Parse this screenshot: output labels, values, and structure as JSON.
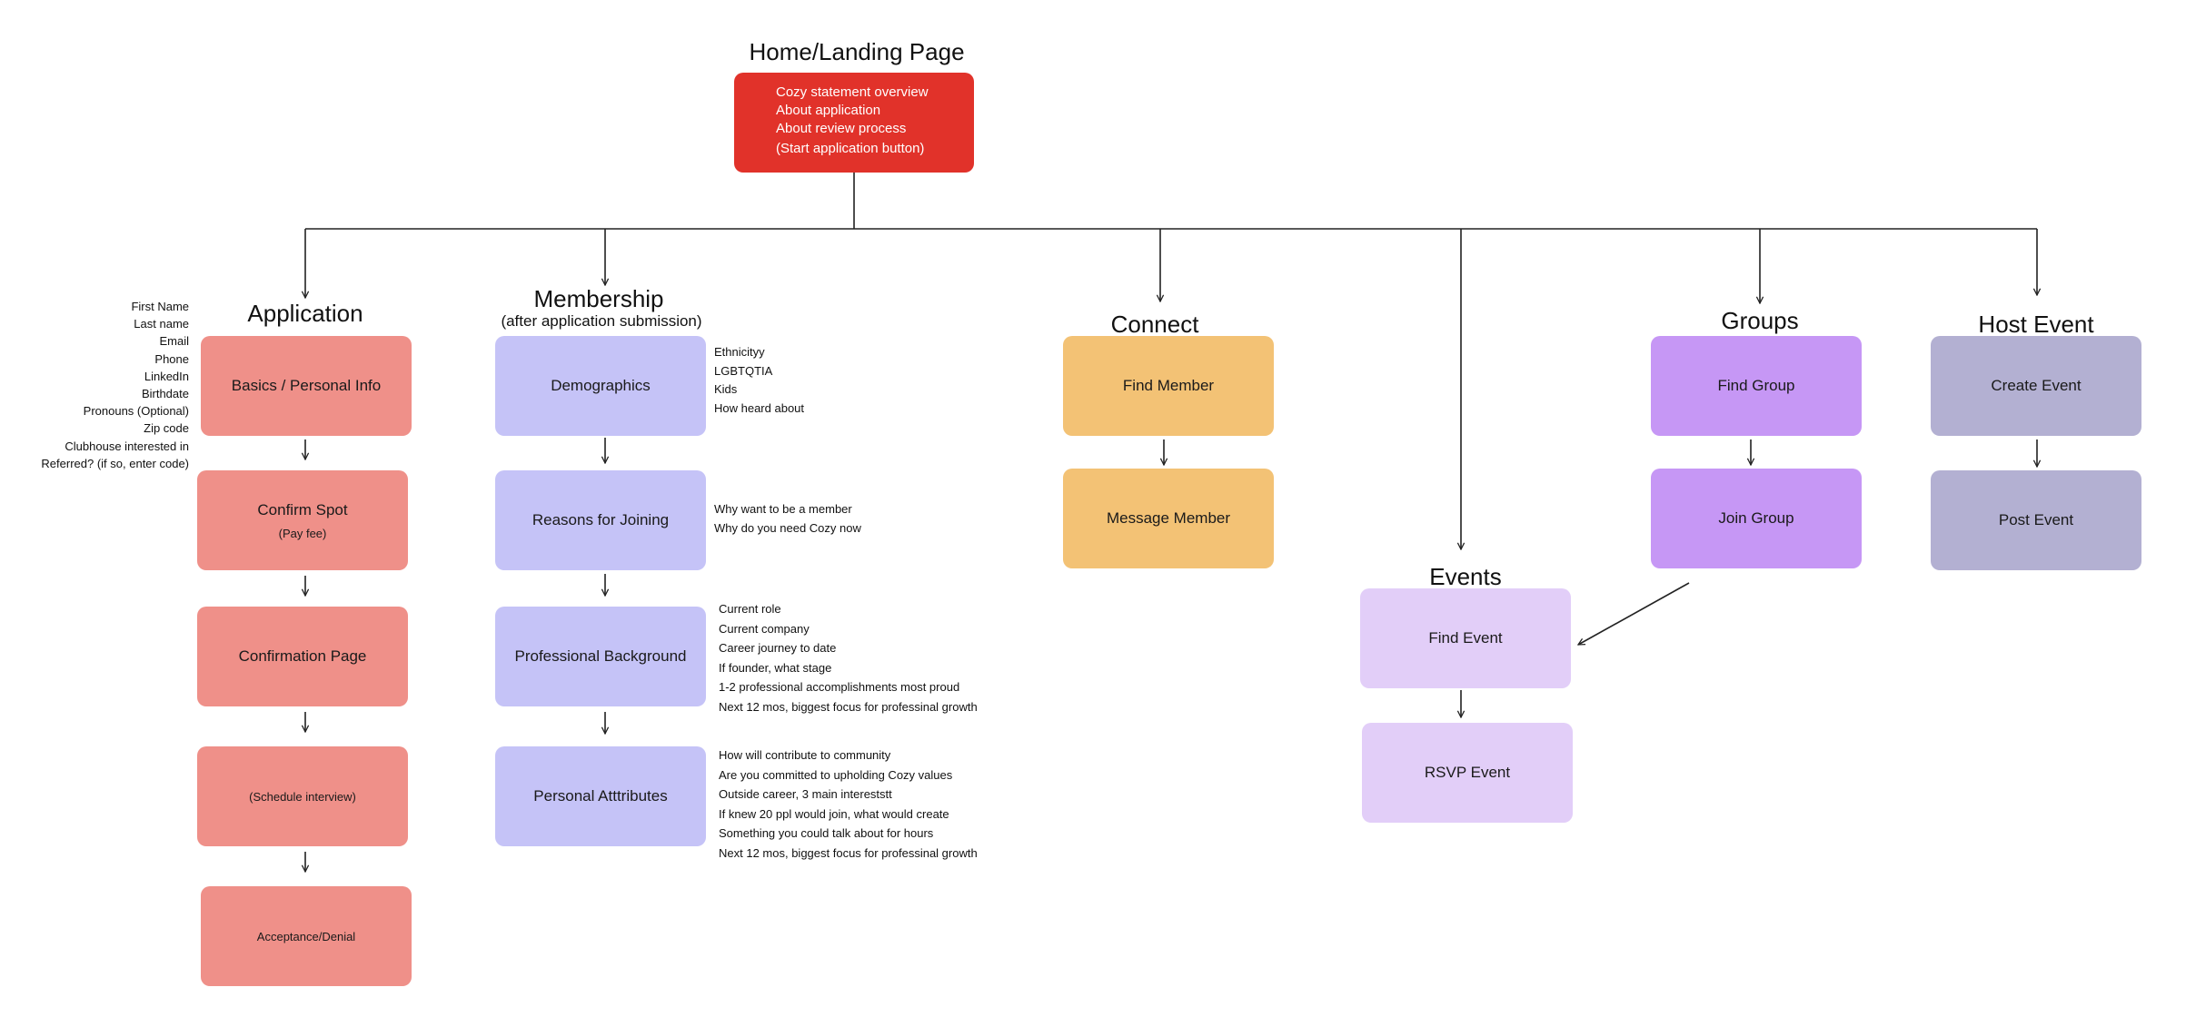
{
  "home": {
    "title": "Home/Landing Page",
    "items": [
      "Cozy statement overview",
      "About application",
      "About review process",
      "(Start application button)"
    ]
  },
  "application": {
    "title": "Application",
    "side_notes": [
      "First Name",
      "Last name",
      "Email",
      "Phone",
      "LinkedIn",
      "Birthdate",
      "Pronouns (Optional)",
      "Zip code",
      "Clubhouse interested in",
      "Referred? (if so, enter code)"
    ],
    "steps": {
      "basics": "Basics / Personal Info",
      "confirm_spot": "Confirm Spot",
      "confirm_spot_sub": "(Pay fee)",
      "confirmation_page": "Confirmation Page",
      "schedule_interview": "(Schedule interview)",
      "acceptance": "Acceptance/Denial"
    }
  },
  "membership": {
    "title": "Membership",
    "subtitle": "(after application submission)",
    "steps": {
      "demographics": "Demographics",
      "reasons": "Reasons for Joining",
      "professional": "Professional Background",
      "personal": "Personal Atttributes"
    },
    "demographics_notes": [
      "Ethnicityy",
      "LGBTQTIA",
      "Kids",
      "How heard about"
    ],
    "reasons_notes": [
      "Why want to be a member",
      "Why do you need Cozy now"
    ],
    "professional_notes": [
      "Current role",
      "Current company",
      "Career journey to date",
      "If founder, what stage",
      "1-2 professional accomplishments most proud",
      "Next 12 mos, biggest focus for professinal growth"
    ],
    "personal_notes": [
      "How will contribute to community",
      "Are you committed to upholding Cozy values",
      "Outside career, 3 main intereststt",
      "If knew 20 ppl would join, what would create",
      "Something you could talk about for hours",
      "Next 12 mos, biggest focus for professinal growth"
    ]
  },
  "connect": {
    "title": "Connect",
    "steps": {
      "find": "Find Member",
      "message": "Message Member"
    }
  },
  "events": {
    "title": "Events",
    "steps": {
      "find": "Find Event",
      "rsvp": "RSVP Event"
    }
  },
  "groups": {
    "title": "Groups",
    "steps": {
      "find": "Find Group",
      "join": "Join Group"
    }
  },
  "host_event": {
    "title": "Host Event",
    "steps": {
      "create": "Create Event",
      "post": "Post Event"
    }
  },
  "colors": {
    "home": "#e1322a",
    "application": "#ef9089",
    "membership": "#c5c3f7",
    "connect": "#f3c275",
    "groups": "#c697f5",
    "events": "#e2cef8",
    "host_event": "#b3b0d2",
    "lines": "#222222"
  }
}
